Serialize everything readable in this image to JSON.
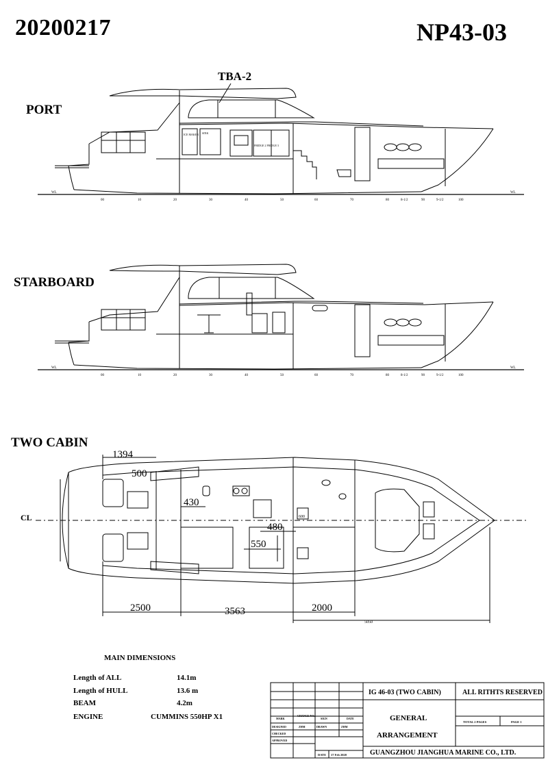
{
  "header": {
    "left_code": "20200217",
    "right_code": "NP43-03"
  },
  "port": {
    "title": "PORT",
    "tag": "TBA-2",
    "labels": {
      "ice_maker": "ICE MAKER",
      "sink": "SINK",
      "fridge": "FRIDGE 2  FRIDGE 3",
      "wl": "WL"
    },
    "stations": [
      "00",
      "10",
      "20",
      "30",
      "40",
      "50",
      "60",
      "70",
      "80",
      "8-1/2",
      "90",
      "9-1/2",
      "100"
    ]
  },
  "starboard": {
    "title": "STARBOARD",
    "labels": {
      "wl": "WL"
    },
    "stations": [
      "00",
      "10",
      "20",
      "30",
      "40",
      "50",
      "60",
      "70",
      "80",
      "8-1/2",
      "90",
      "9-1/2",
      "100"
    ]
  },
  "plan": {
    "title": "TWO CABIN",
    "cl": "CL",
    "dims": {
      "d1394": "1394",
      "d500": "500",
      "d430": "430",
      "d480": "480",
      "d550": "550",
      "d600": "600",
      "d2500": "2500",
      "d3563": "3563",
      "d2000": "2000",
      "d5050": "5050"
    }
  },
  "main_dimensions": {
    "title": "MAIN DIMENSIONS",
    "rows": [
      {
        "label": "Length of ALL",
        "value": "14.1m"
      },
      {
        "label": "Length of HULL",
        "value": "13.6 m"
      },
      {
        "label": "BEAM",
        "value": "4.2m"
      },
      {
        "label": "ENGINE",
        "value": "CUMMINS 550HP X1"
      }
    ]
  },
  "title_block": {
    "model": "IG 46-03 (TWO CABIN)",
    "rights": "ALL RITHTS RESERVED",
    "desc_line1": "GENERAL",
    "desc_line2": "ARRANGEMENT",
    "company": "GUANGZHOU JIANGHUA MARINE CO., LTD.",
    "total_pages": "TOTAL 2 PAGES",
    "page": "PAGE 1",
    "col_mark": "MARK",
    "col_change_no": "CHANGE NO.",
    "col_sign": "SIGN",
    "col_date": "DATE",
    "designed": "DESIGNED",
    "designer": "ZHM",
    "drawn": "DRAWN",
    "drawn_by": "ZHM",
    "checked": "CHECKED",
    "approved": "APPROVED",
    "date_label": "DATE",
    "date_value": "17 Feb 2020"
  }
}
